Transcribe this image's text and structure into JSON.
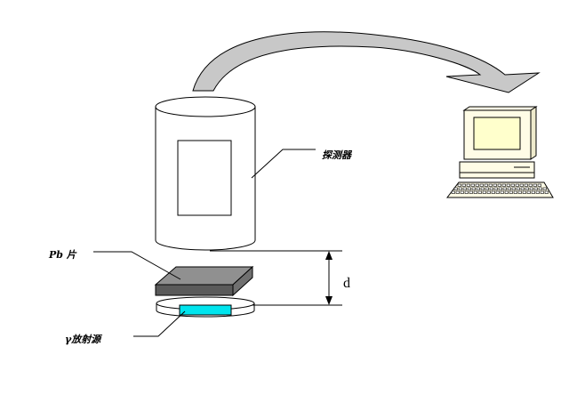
{
  "labels": {
    "detector": "探测器",
    "pb_sheet": "Pb 片",
    "gamma_source": "γ放射源",
    "distance": "d"
  },
  "colors": {
    "arrow_fill": "#c8c8c8",
    "pb_top": "#909090",
    "pb_front": "#5a5a5a",
    "source_fill": "#00e5ee",
    "monitor_screen": "#ffffcc",
    "computer_body": "#fffce6"
  },
  "icons": [
    "curved-arrow-icon",
    "computer-icon",
    "detector-cylinder-icon"
  ]
}
